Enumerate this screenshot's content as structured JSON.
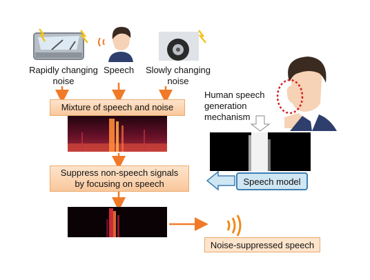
{
  "sources": [
    {
      "id": "rapid",
      "label_line1": "Rapidly changing",
      "label_line2": "noise",
      "icon": "car-windshield-rain-icon"
    },
    {
      "id": "speech",
      "label_line1": "Speech",
      "label_line2": "",
      "icon": "speaking-person-icon"
    },
    {
      "id": "slow",
      "label_line1": "Slowly changing",
      "label_line2": "noise",
      "icon": "car-wheel-rain-icon"
    }
  ],
  "mixture_label": "Mixture of speech and noise",
  "suppress_label_line1": "Suppress non-speech signals",
  "suppress_label_line2": "by focusing on speech",
  "human_label_line1": "Human speech",
  "human_label_line2": "generation",
  "human_label_line3": "mechanism",
  "speech_model_label": "Speech model",
  "output_label": "Noise-suppressed speech",
  "colors": {
    "arrow_orange": "#f07a28",
    "box_fill": "#fbd2ad",
    "model_fill": "#cfe6f3",
    "model_border": "#3d7fb3",
    "spectrogram_bg": "#0a0205",
    "spectrogram_hot": "#ffb347"
  }
}
